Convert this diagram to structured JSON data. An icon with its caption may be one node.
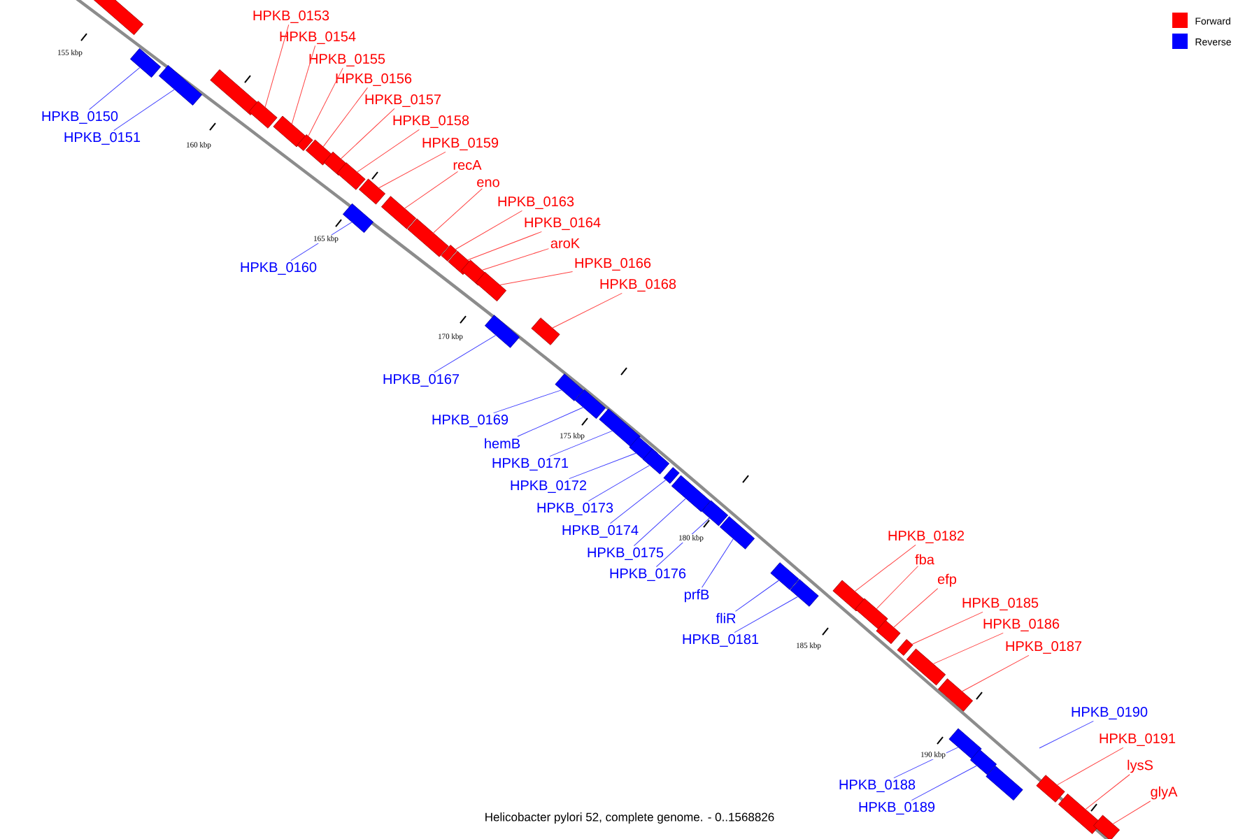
{
  "diagram": {
    "caption": "Helicobacter pylori 52, complete genome. - 0..1568826",
    "nodes": [
      {
        "text": [
          "HPKB_0150"
        ]
      },
      {
        "text": [
          "HPKB_0151"
        ]
      },
      {
        "text": [
          "HPKB_0153"
        ]
      },
      {
        "text": [
          "HPKB_0154"
        ]
      },
      {
        "text": [
          "HPKB_0155"
        ]
      },
      {
        "text": [
          "HPKB_0156"
        ]
      },
      {
        "text": [
          "HPKB_0157"
        ]
      },
      {
        "text": [
          "HPKB_0158"
        ]
      },
      {
        "text": [
          "HPKB_0159"
        ]
      },
      {
        "text": [
          "HPKB_0160"
        ]
      },
      {
        "text": [
          "recA"
        ]
      },
      {
        "text": [
          "eno"
        ]
      },
      {
        "text": [
          "HPKB_0163"
        ]
      },
      {
        "text": [
          "HPKB_0164"
        ]
      },
      {
        "text": [
          "aroK"
        ]
      },
      {
        "text": [
          "HPKB_0166"
        ]
      },
      {
        "text": [
          "HPKB_0167"
        ]
      },
      {
        "text": [
          "HPKB_0168"
        ]
      },
      {
        "text": [
          "HPKB_0169"
        ]
      },
      {
        "text": [
          "hemB"
        ]
      },
      {
        "text": [
          "HPKB_0171"
        ]
      },
      {
        "text": [
          "HPKB_0172"
        ]
      },
      {
        "text": [
          "HPKB_0173"
        ]
      },
      {
        "text": [
          "HPKB_0174"
        ]
      },
      {
        "text": [
          "HPKB_0175"
        ]
      },
      {
        "text": [
          "HPKB_0176"
        ]
      },
      {
        "text": [
          "prfB"
        ]
      },
      {
        "text": [
          "fliR"
        ]
      },
      {
        "text": [
          "HPKB_0181"
        ]
      },
      {
        "text": [
          "HPKB_0182"
        ]
      },
      {
        "text": [
          "fba"
        ]
      },
      {
        "text": [
          "efp"
        ]
      },
      {
        "text": [
          "HPKB_0185"
        ]
      },
      {
        "text": [
          "HPKB_0186"
        ]
      },
      {
        "text": [
          "HPKB_0187"
        ]
      },
      {
        "text": [
          "HPKB_0188"
        ]
      },
      {
        "text": [
          "HPKB_0189"
        ]
      },
      {
        "text": [
          "HPKB_0190"
        ]
      },
      {
        "text": [
          "HPKB_0191"
        ]
      },
      {
        "text": [
          "lysS"
        ]
      },
      {
        "text": [
          "glyA"
        ]
      },
      {
        "text": [],
        "shape": "bar"
      },
      {
        "text": [],
        "shape": "bar"
      },
      {
        "text": [],
        "shape": "bar"
      },
      {
        "text": [],
        "shape": "bar"
      },
      {
        "text": [],
        "shape": "bar"
      },
      {
        "text": [],
        "shape": "bar"
      },
      {
        "text": [],
        "shape": "bar"
      },
      {
        "text": [],
        "shape": "bar"
      },
      {
        "text": [],
        "shape": "bar"
      },
      {
        "text": [],
        "shape": "bar"
      },
      {
        "text": [],
        "shape": "bar"
      },
      {
        "text": [],
        "shape": "bar"
      },
      {
        "text": [],
        "shape": "bar"
      },
      {
        "text": [],
        "shape": "bar"
      },
      {
        "text": [],
        "shape": "bar"
      },
      {
        "text": [],
        "shape": "bar"
      },
      {
        "text": [],
        "shape": "bar"
      },
      {
        "text": [],
        "shape": "bar"
      },
      {
        "text": [],
        "shape": "bar"
      },
      {
        "text": [],
        "shape": "bar"
      },
      {
        "text": [],
        "shape": "bar"
      },
      {
        "text": [],
        "shape": "bar"
      },
      {
        "text": [],
        "shape": "bar"
      },
      {
        "text": [],
        "shape": "bar"
      },
      {
        "text": [],
        "shape": "bar"
      },
      {
        "text": [],
        "shape": "bar"
      },
      {
        "text": [],
        "shape": "bar"
      },
      {
        "text": [],
        "shape": "bar"
      },
      {
        "text": [],
        "shape": "bar"
      },
      {
        "text": [],
        "shape": "bar"
      },
      {
        "text": [],
        "shape": "bar"
      },
      {
        "text": [],
        "shape": "bar"
      },
      {
        "text": [],
        "shape": "bar"
      },
      {
        "text": [],
        "shape": "bar"
      },
      {
        "text": [],
        "shape": "bar"
      },
      {
        "text": [],
        "shape": "bar"
      },
      {
        "text": [],
        "shape": "bar"
      },
      {
        "text": [],
        "shape": "bar"
      },
      {
        "text": [],
        "shape": "bar"
      },
      {
        "text": [],
        "shape": "bar"
      },
      {
        "text": [],
        "shape": "bar"
      },
      {
        "text": [],
        "shape": "bar"
      },
      {
        "text": [],
        "shape": "bar"
      }
    ],
    "edges": [
      {
        "from": 0,
        "to": 42,
        "arrow": "none",
        "color": "#3c3cff"
      },
      {
        "from": 1,
        "to": 43,
        "arrow": "none",
        "color": "#3c3cff"
      },
      {
        "from": 2,
        "to": 45,
        "arrow": "none"
      },
      {
        "from": 3,
        "to": 46,
        "arrow": "none"
      },
      {
        "from": 4,
        "to": 47,
        "arrow": "none"
      },
      {
        "from": 5,
        "to": 48,
        "arrow": "none"
      },
      {
        "from": 6,
        "to": 49,
        "arrow": "none"
      },
      {
        "from": 7,
        "to": 50,
        "arrow": "none"
      },
      {
        "from": 8,
        "to": 51,
        "arrow": "none"
      },
      {
        "from": 9,
        "to": 52,
        "arrow": "none",
        "color": "#3c3cff"
      },
      {
        "from": 10,
        "to": 53,
        "arrow": "none"
      },
      {
        "from": 11,
        "to": 54,
        "arrow": "none"
      },
      {
        "from": 12,
        "to": 55,
        "arrow": "none"
      },
      {
        "from": 13,
        "to": 56,
        "arrow": "none"
      },
      {
        "from": 14,
        "to": 57,
        "arrow": "none"
      },
      {
        "from": 15,
        "to": 58,
        "arrow": "none"
      },
      {
        "from": 16,
        "to": 59,
        "arrow": "none",
        "color": "#3c3cff"
      },
      {
        "from": 17,
        "to": 60,
        "arrow": "none"
      },
      {
        "from": 18,
        "to": 61,
        "arrow": "none",
        "color": "#3c3cff"
      },
      {
        "from": 19,
        "to": 62,
        "arrow": "none",
        "color": "#3c3cff"
      },
      {
        "from": 20,
        "to": 63,
        "arrow": "none",
        "color": "#3c3cff"
      },
      {
        "from": 21,
        "to": 64,
        "arrow": "none",
        "color": "#3c3cff"
      },
      {
        "from": 22,
        "to": 65,
        "arrow": "none",
        "color": "#3c3cff"
      },
      {
        "from": 23,
        "to": 66,
        "arrow": "none",
        "color": "#3c3cff"
      },
      {
        "from": 24,
        "to": 67,
        "arrow": "none",
        "color": "#3c3cff"
      },
      {
        "from": 25,
        "to": 68,
        "arrow": "none",
        "color": "#3c3cff"
      },
      {
        "from": 26,
        "to": 69,
        "arrow": "none",
        "color": "#3c3cff"
      },
      {
        "from": 27,
        "to": 70,
        "arrow": "none",
        "color": "#3c3cff"
      },
      {
        "from": 28,
        "to": 71,
        "arrow": "none",
        "color": "#3c3cff"
      },
      {
        "from": 29,
        "to": 72,
        "arrow": "none"
      },
      {
        "from": 30,
        "to": 73,
        "arrow": "none"
      },
      {
        "from": 31,
        "to": 74,
        "arrow": "none"
      },
      {
        "from": 32,
        "to": 75,
        "arrow": "none"
      },
      {
        "from": 33,
        "to": 76,
        "arrow": "none"
      },
      {
        "from": 34,
        "to": 77,
        "arrow": "none"
      },
      {
        "from": 35,
        "to": 78,
        "arrow": "none",
        "color": "#3c3cff"
      },
      {
        "from": 36,
        "to": 79,
        "arrow": "none",
        "color": "#3c3cff"
      },
      {
        "from": 37,
        "to": null,
        "arrow": "none",
        "color": "#3c3cff"
      },
      {
        "from": 38,
        "to": 81,
        "arrow": "none"
      },
      {
        "from": 39,
        "to": 82,
        "arrow": "none"
      },
      {
        "from": 40,
        "to": 83,
        "arrow": "none"
      }
    ],
    "labels": [
      "155 kbp",
      "160 kbp",
      "165 kbp",
      "170 kbp",
      "175 kbp",
      "180 kbp",
      "185 kbp",
      "190 kbp"
    ],
    "legend": [
      {
        "text": "Forward",
        "color": "#ff0000"
      },
      {
        "text": "Reverse",
        "color": "#0000ff"
      }
    ]
  }
}
